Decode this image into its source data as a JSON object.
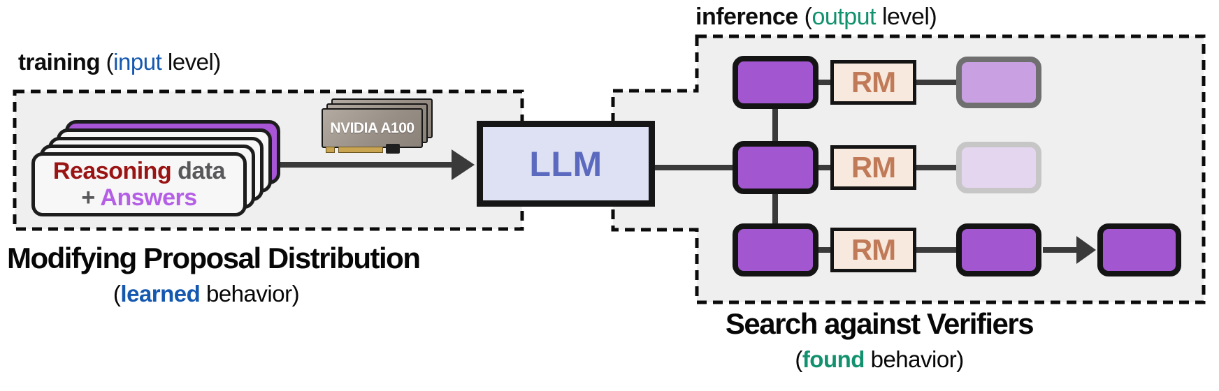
{
  "colors": {
    "box_fill": "#efefef",
    "line": "#3a3a3a",
    "blue": "#1558b0",
    "teal": "#12916e",
    "red": "#9a1414",
    "gray_text": "#58585a",
    "answer_purple": "#b45fe6",
    "stack_purple": "#a855d6",
    "sample_purple": "#a257d0",
    "sample_light": "#c9a0e2",
    "sample_faint": "#e5d6ef",
    "out_border_mid": "#6f6f6f",
    "out_border_low": "#c6c6c6",
    "rm_fill": "#f7e9dd",
    "rm_text": "#c07a58",
    "llm_fill": "#dde1f3",
    "llm_text": "#5b6abe",
    "card_fill": "#f7f7f7",
    "gold": "#c9a552"
  },
  "training": {
    "label_bold": "training",
    "label_pre": " (",
    "label_accent": "input",
    "label_post": " level)",
    "cards": {
      "line1_accent": "Reasoning",
      "line1_rest": " data",
      "line2_prefix": "+ ",
      "line2_accent": "Answers"
    },
    "gpu_label": "NVIDIA A100",
    "caption_title": "Modifying Proposal Distribution",
    "caption_open": "(",
    "caption_accent": "learned",
    "caption_rest": " behavior)"
  },
  "llm": {
    "label": "LLM"
  },
  "inference": {
    "label_bold": "inference",
    "label_pre": " (",
    "label_accent": "output",
    "label_post": " level)",
    "rm_label": "RM",
    "caption_title": "Search against Verifiers",
    "caption_open": "(",
    "caption_accent": "found",
    "caption_rest": " behavior)"
  }
}
